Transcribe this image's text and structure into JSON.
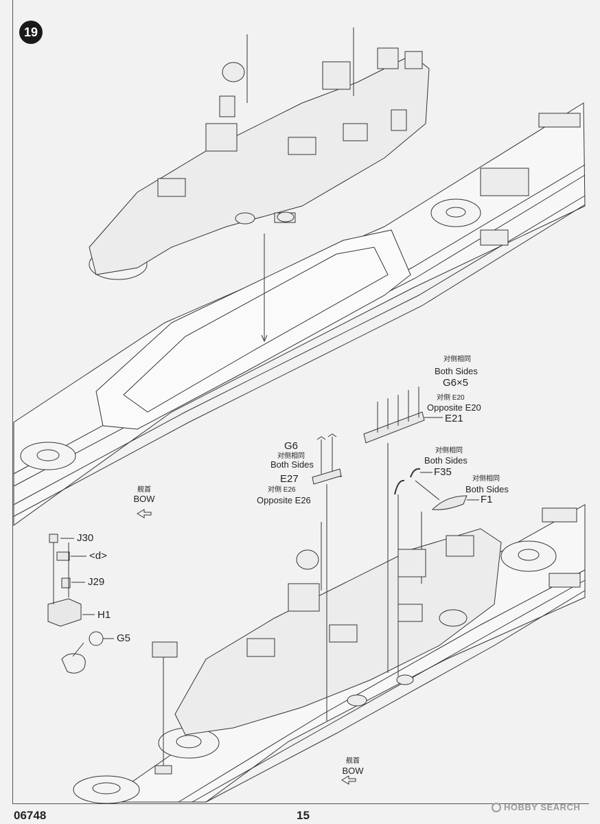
{
  "step": {
    "number": "19"
  },
  "footer": {
    "product_code": "06748",
    "page_number": "15"
  },
  "watermark": {
    "text": "HOBBY SEARCH"
  },
  "labels": {
    "bow_top": {
      "cn": "舰首",
      "en": "BOW"
    },
    "bow_bottom": {
      "cn": "舰首",
      "en": "BOW"
    },
    "g6_group": {
      "part": "G6",
      "cn": "对侧相同",
      "en": "Both Sides",
      "e27": "E27",
      "e26_cn": "对侧 E26",
      "e26_en": "Opposite E26"
    },
    "g6x5_group": {
      "cn": "对侧相同",
      "en": "Both Sides",
      "part": "G6×5",
      "e20_cn": "对侧 E20",
      "e20_en": "Opposite E20",
      "e21": "E21"
    },
    "f35_group": {
      "cn": "对侧相同",
      "en": "Both Sides",
      "part": "F35"
    },
    "f1_group": {
      "cn": "对侧相同",
      "en": "Both Sides",
      "part": "F1"
    },
    "subassembly": {
      "j30": "J30",
      "d": "<d>",
      "j29": "J29",
      "h1": "H1",
      "g5": "G5"
    }
  }
}
